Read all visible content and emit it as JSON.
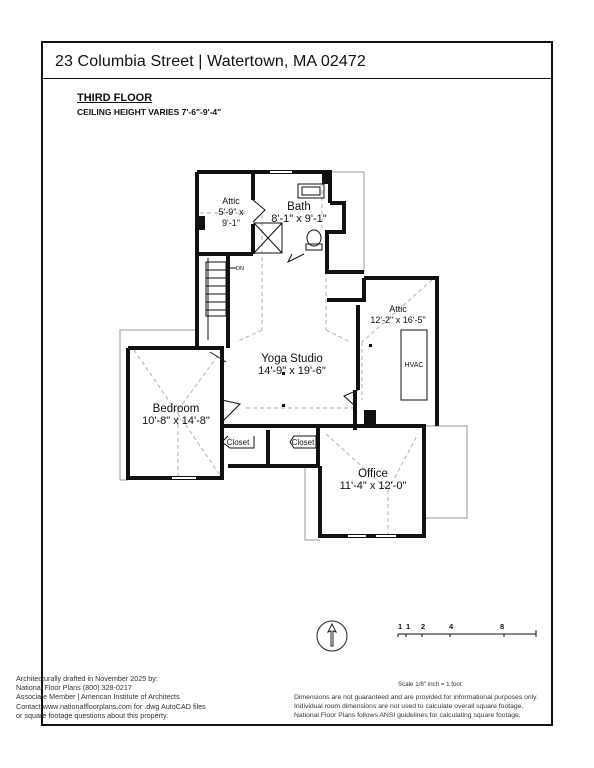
{
  "header": {
    "address": "23 Columbia Street | Watertown, MA 02472"
  },
  "floor": {
    "title": "THIRD FLOOR",
    "ceiling": "CEILING HEIGHT VARIES 7'-6\"-9'-4\""
  },
  "rooms": {
    "attic_small": {
      "name": "Attic",
      "dim1": "5'-9\" x",
      "dim2": "9'-1\""
    },
    "bath": {
      "name": "Bath",
      "dim": "8'-1\" x 9'-1\""
    },
    "attic_large": {
      "name": "Attic",
      "dim": "12'-2\" x 16'-5\""
    },
    "hvac": "HVAC",
    "yoga": {
      "name": "Yoga Studio",
      "dim": "14'-9\" x 19'-6\""
    },
    "bedroom": {
      "name": "Bedroom",
      "dim": "10'-8\" x 14'-8\""
    },
    "closet1": "Closet",
    "closet2": "Closet",
    "office": {
      "name": "Office",
      "dim": "11'-4\" x 12'-0\""
    },
    "stair_dn": "DN"
  },
  "scale": {
    "ticks": [
      "1",
      "1",
      "2",
      "4",
      "8"
    ],
    "caption": "Scale 1/8\" inch = 1 foot"
  },
  "footer": {
    "left": [
      "Architecturally drafted in November 2025 by:",
      "National Floor Plans  (800) 328-0217",
      "Associate Member | American Institute of Architects",
      "Contact www.nationalfloorplans.com for .dwg AutoCAD files",
      "or square footage questions about this property."
    ],
    "right": [
      "Dimensions are not guaranteed and are provided for informational purposes only.",
      "Individual room dimensions are not used to calculate overall square footage.",
      "National Floor Plans follows ANSI guidelines for calculating square footage."
    ]
  }
}
